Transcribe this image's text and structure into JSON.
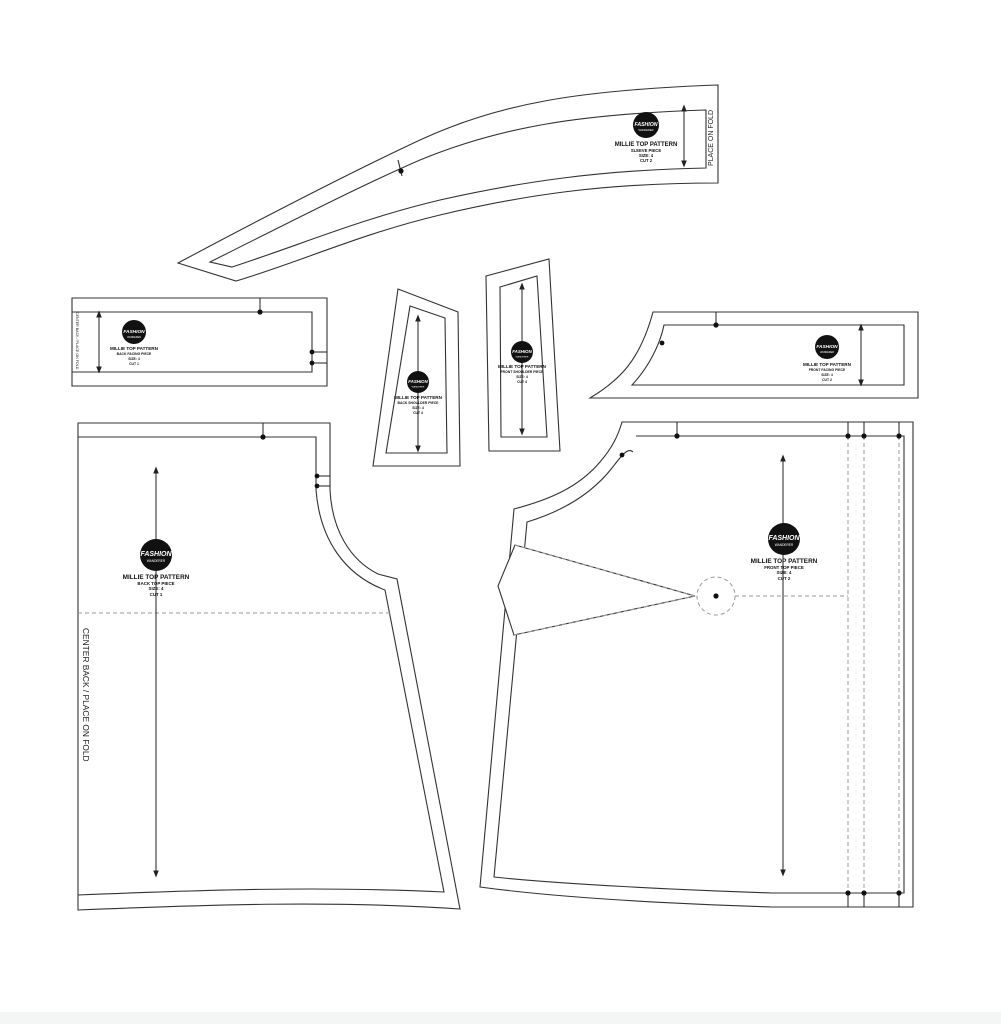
{
  "brand": {
    "logo_line1": "FASHION",
    "logo_line2": "WANDERER"
  },
  "pieces": {
    "sleeve": {
      "title": "MILLIE TOP PATTERN",
      "piece": "SLEEVE PIECE",
      "size": "SIZE: 4",
      "cut": "CUT 2",
      "fold": "PLACE ON FOLD"
    },
    "back_facing": {
      "title": "MILLIE TOP PATTERN",
      "piece": "BACK FACING PIECE",
      "size": "SIZE: 4",
      "cut": "CUT 1",
      "fold": "CENTER BACK / PLACE ON FOLD"
    },
    "back_shoulder": {
      "title": "MILLIE TOP PATTERN",
      "piece": "BACK SHOULDER PIECE",
      "size": "SIZE: 4",
      "cut": "CUT 4"
    },
    "front_shoulder": {
      "title": "MILLIE TOP PATTERN",
      "piece": "FRONT SHOULDER PIECE",
      "size": "SIZE: 4",
      "cut": "CUT 4"
    },
    "front_facing": {
      "title": "MILLIE TOP PATTERN",
      "piece": "FRONT FACING PIECE",
      "size": "SIZE: 4",
      "cut": "CUT 2"
    },
    "back_top": {
      "title": "MILLIE TOP PATTERN",
      "piece": "BACK TOP PIECE",
      "size": "SIZE: 4",
      "cut": "CUT 1",
      "fold": "CENTER BACK / PLACE ON FOLD"
    },
    "front_top": {
      "title": "MILLIE TOP PATTERN",
      "piece": "FRONT TOP PIECE",
      "size": "SIZE: 4",
      "cut": "CUT 2"
    }
  }
}
